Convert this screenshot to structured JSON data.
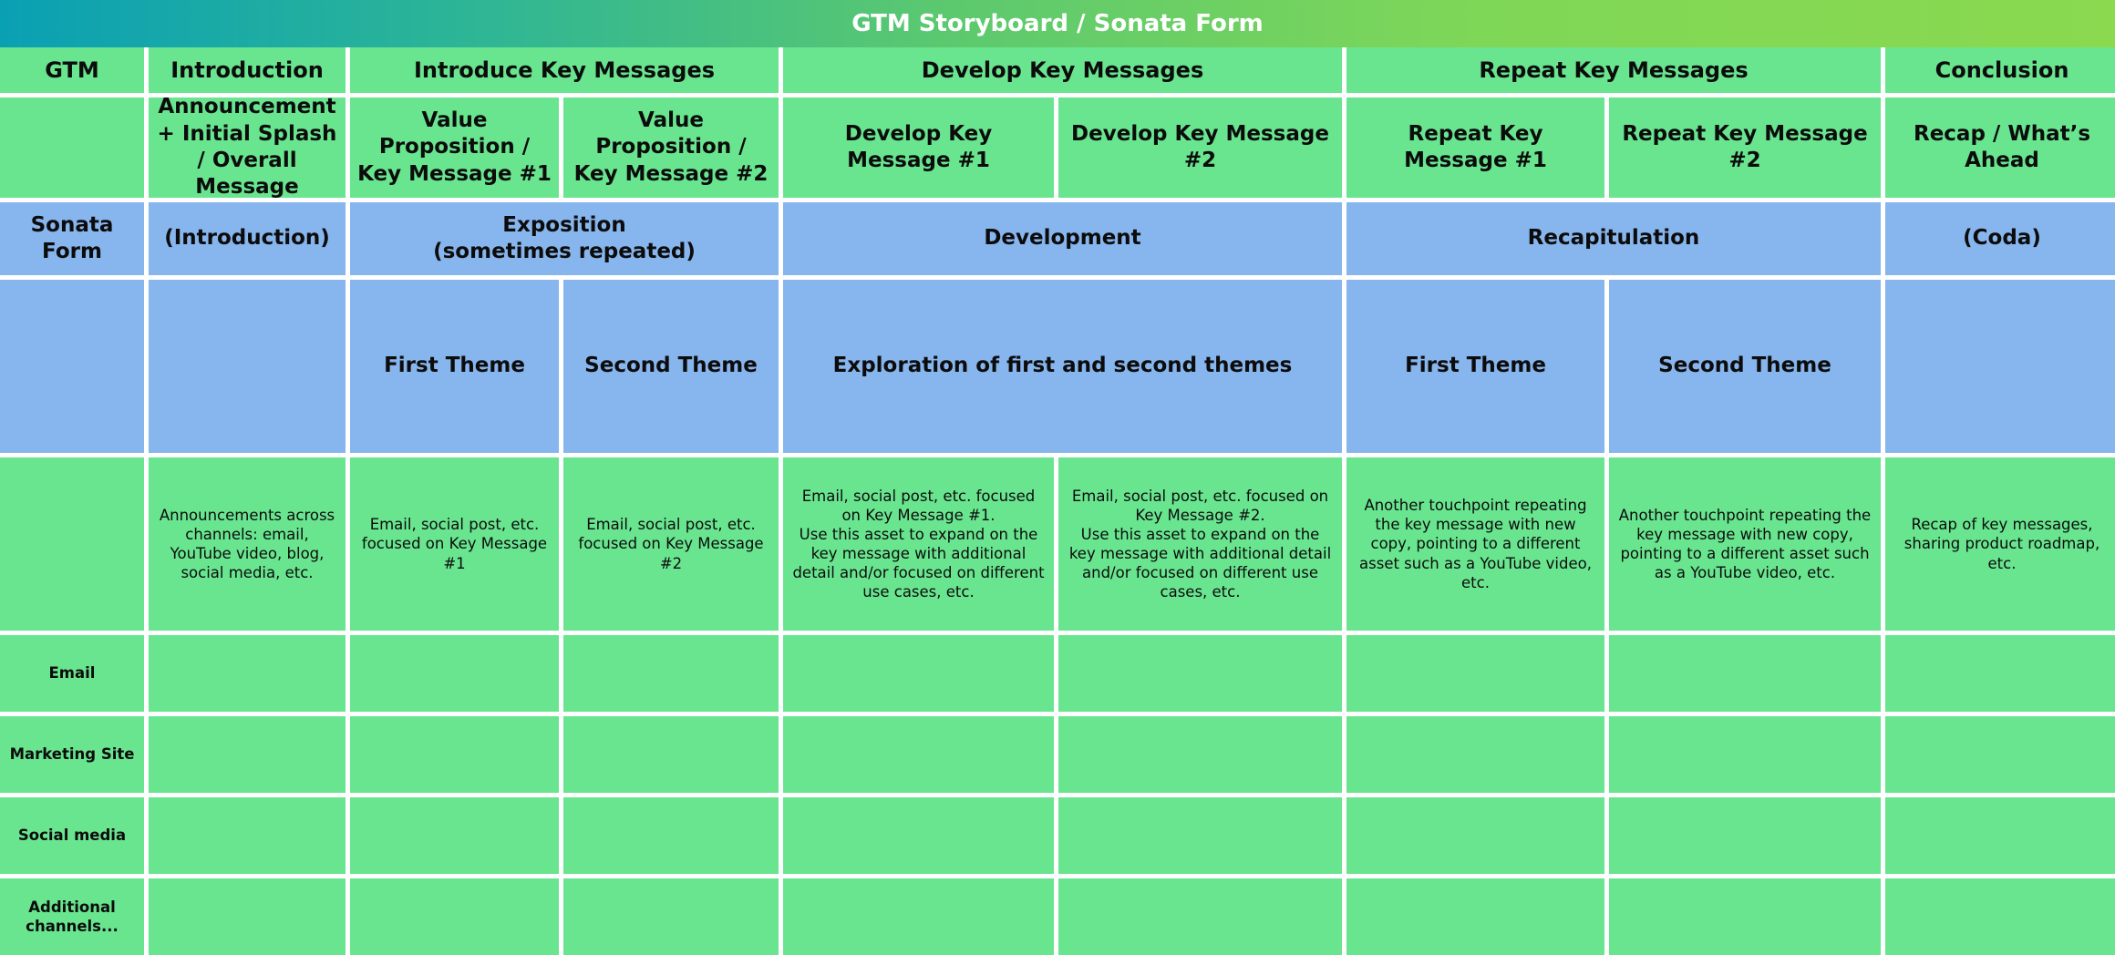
{
  "title": "GTM Storyboard / Sonata Form",
  "gtm_row": {
    "label": "GTM",
    "introduction": "Introduction",
    "introduce": "Introduce Key Messages",
    "develop": "Develop Key Messages",
    "repeat": "Repeat Key Messages",
    "conclusion": "Conclusion"
  },
  "gtm_detail_row": {
    "announcement": "Announcement + Initial Splash / Overall Message",
    "value_prop_1": "Value Proposition / Key Message #1",
    "value_prop_2": "Value Proposition / Key Message #2",
    "develop_1": "Develop Key Message #1",
    "develop_2": "Develop Key Message #2",
    "repeat_1": "Repeat Key Message #1",
    "repeat_2": "Repeat Key Message #2",
    "recap": "Recap / What’s Ahead"
  },
  "sonata_row": {
    "label": "Sonata Form",
    "introduction": "(Introduction)",
    "exposition": "Exposition\n(sometimes repeated)",
    "development": "Development",
    "recapitulation": "Recapitulation",
    "coda": "(Coda)"
  },
  "theme_row": {
    "first_theme": "First Theme",
    "second_theme": "Second Theme",
    "exploration": "Exploration of first and second themes",
    "recap_first_theme": "First Theme",
    "recap_second_theme": "Second Theme"
  },
  "description_row": {
    "introduction": "Announcements across channels: email, YouTube video, blog, social media, etc.",
    "value_prop_1": "Email, social post, etc. focused on Key Message #1",
    "value_prop_2": "Email, social post, etc. focused on Key Message #2",
    "develop_1": "Email, social post, etc. focused on Key Message #1.\nUse this asset to expand on the key message with additional detail and/or focused on different use cases, etc.",
    "develop_2": "Email, social post, etc. focused on Key Message #2.\nUse this asset to expand on the key message with additional detail and/or focused on different use cases, etc.",
    "repeat_1": "Another touchpoint repeating the key message with new copy, pointing to a different asset such as a YouTube video, etc.",
    "repeat_2": "Another touchpoint repeating the key message with new copy, pointing to a different asset such as a YouTube video, etc.",
    "conclusion": "Recap of key messages, sharing product roadmap, etc."
  },
  "channels": [
    "Email",
    "Marketing Site",
    "Social media",
    "Additional channels..."
  ],
  "colors": {
    "green": "#69e58f",
    "blue": "#87b5ed",
    "title_gradient_start": "#0aa0b4",
    "title_gradient_end": "#8ad94f"
  }
}
